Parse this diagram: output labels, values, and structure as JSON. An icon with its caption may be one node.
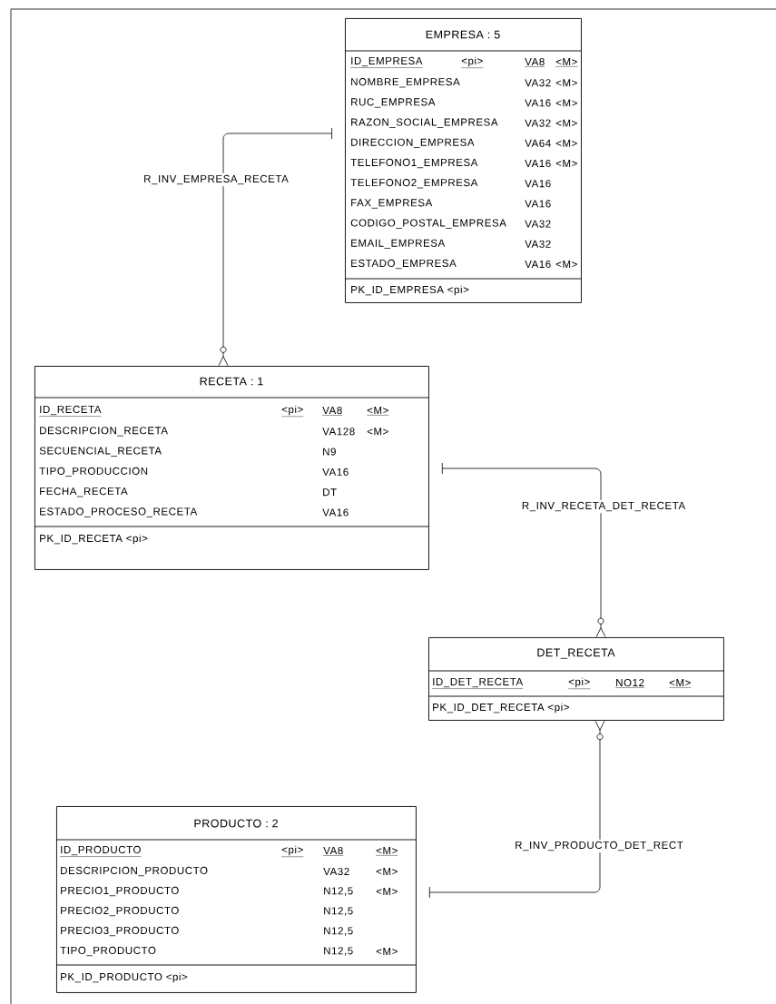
{
  "diagram": {
    "nodes": [
      {
        "text": [
          "EMPRESA : 5",
          "ID_EMPRESA",
          "<pi>",
          "VA8",
          "<M>",
          "NOMBRE_EMPRESA",
          "VA32",
          "<M>",
          "RUC_EMPRESA",
          "VA16",
          "<M>",
          "RAZON_SOCIAL_EMPRESA",
          "VA32",
          "<M>",
          "DIRECCION_EMPRESA",
          "VA64",
          "<M>",
          "TELEFONO1_EMPRESA",
          "VA16",
          "<M>",
          "TELEFONO2_EMPRESA",
          "VA16",
          "FAX_EMPRESA",
          "VA16",
          "CODIGO_POSTAL_EMPRESA",
          "VA32",
          "EMAIL_EMPRESA",
          "VA32",
          "ESTADO_EMPRESA",
          "VA16",
          "<M>",
          "PK_ID_EMPRESA <pi>"
        ]
      },
      {
        "text": [
          "RECETA : 1",
          "ID_RECETA",
          "<pi>",
          "VA8",
          "<M>",
          "DESCRIPCION_RECETA",
          "VA128",
          "<M>",
          "SECUENCIAL_RECETA",
          "N9",
          "TIPO_PRODUCCION",
          "VA16",
          "FECHA_RECETA",
          "DT",
          "ESTADO_PROCESO_RECETA",
          "VA16",
          "PK_ID_RECETA <pi>"
        ]
      },
      {
        "text": [
          "DET_RECETA",
          "ID_DET_RECETA",
          "<pi>",
          "NO12",
          "<M>",
          "PK_ID_DET_RECETA <pi>"
        ]
      },
      {
        "text": [
          "PRODUCTO : 2",
          "ID_PRODUCTO",
          "<pi>",
          "VA8",
          "<M>",
          "DESCRIPCION_PRODUCTO",
          "VA32",
          "<M>",
          "PRECIO1_PRODUCTO",
          "N12,5",
          "<M>",
          "PRECIO2_PRODUCTO",
          "N12,5",
          "PRECIO3_PRODUCTO",
          "N12,5",
          "TIPO_PRODUCTO",
          "N12,5",
          "<M>",
          "PK_ID_PRODUCTO <pi>"
        ]
      }
    ],
    "edges": [
      {
        "from": 0,
        "to": 1,
        "arrow": "other",
        "label": "R_INV_EMPRESA_RECETA"
      },
      {
        "from": 1,
        "to": 2,
        "arrow": "other",
        "label": "R_INV_RECETA_DET_RECETA"
      },
      {
        "from": 3,
        "to": 2,
        "arrow": "other",
        "label": "R_INV_PRODUCTO_DET_RECT"
      }
    ]
  }
}
